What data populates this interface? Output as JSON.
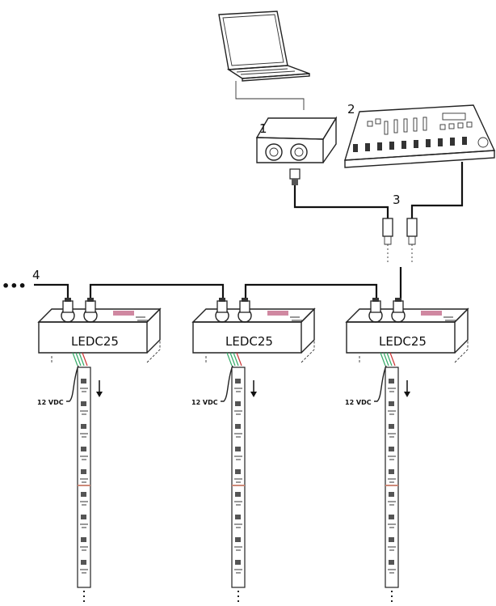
{
  "callouts": [
    "1",
    "2",
    "3",
    "4"
  ],
  "leader_dots": "•••",
  "controllers": [
    {
      "label": "LEDC25",
      "supply": "12 VDC"
    },
    {
      "label": "LEDC25",
      "supply": "12 VDC"
    },
    {
      "label": "LEDC25",
      "supply": "12 VDC"
    }
  ],
  "colors": {
    "line": "#222222",
    "strip": "#ffffff",
    "chip": "#555555",
    "accent": "#c46a8a"
  }
}
